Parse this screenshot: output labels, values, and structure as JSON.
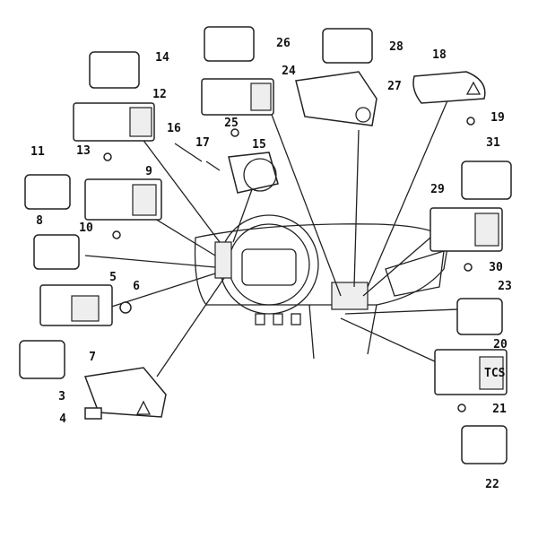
{
  "title": "Dashboard switches exploded parts diagram",
  "callouts": [
    "14",
    "26",
    "28",
    "18",
    "24",
    "27",
    "12",
    "25",
    "19",
    "16",
    "17",
    "15",
    "13",
    "11",
    "31",
    "9",
    "29",
    "10",
    "8",
    "30",
    "5",
    "6",
    "23",
    "7",
    "20",
    "3",
    "21",
    "4",
    "22"
  ],
  "switch_text": {
    "tcs": "TCS"
  }
}
